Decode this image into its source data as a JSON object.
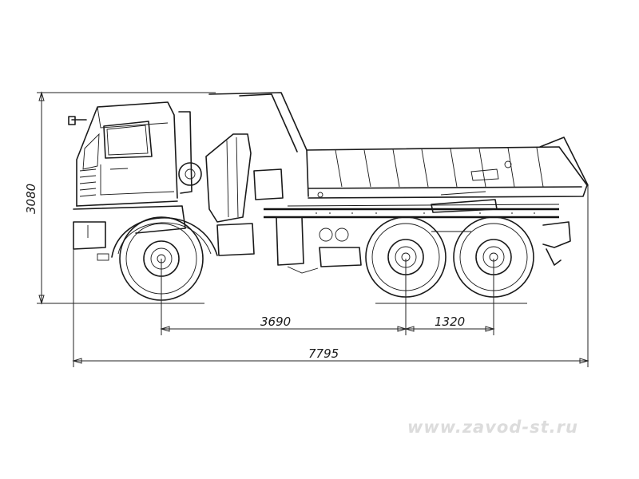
{
  "dimensions": {
    "height": "3080",
    "wheelbase": "3690",
    "rear_axle_spacing": "1320",
    "overall_length": "7795"
  },
  "watermark": "www.zavod-st.ru"
}
